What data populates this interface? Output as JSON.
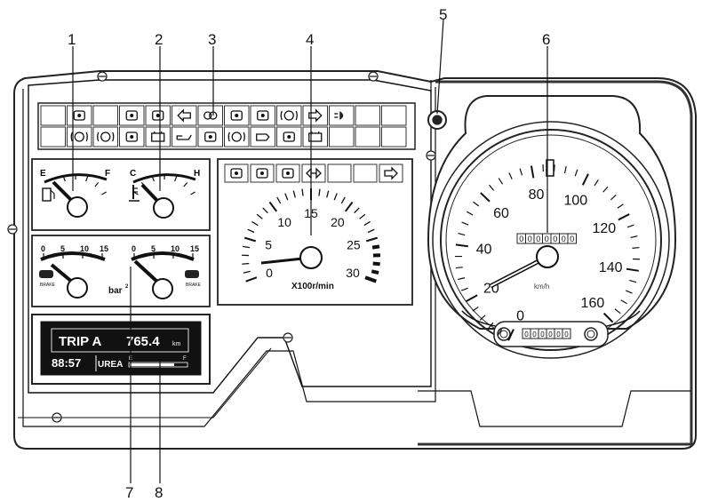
{
  "callouts": [
    "1",
    "2",
    "3",
    "4",
    "5",
    "6",
    "7",
    "8"
  ],
  "fuel_gauge": {
    "empty": "E",
    "full": "F"
  },
  "temp_gauge": {
    "cold": "C",
    "hot": "H"
  },
  "pressure_gauges": {
    "ticks": [
      "0",
      "5",
      "10",
      "15"
    ],
    "unit": "bar",
    "unit_sup": "2"
  },
  "tachometer": {
    "ticks": [
      "0",
      "5",
      "10",
      "15",
      "20",
      "25",
      "30"
    ],
    "unit": "X100r/min"
  },
  "speedometer": {
    "ticks": [
      "0",
      "20",
      "40",
      "60",
      "80",
      "100",
      "120",
      "140",
      "160"
    ],
    "unit": "km/h",
    "odometer": "0000000",
    "trip_counter": "000000"
  },
  "display": {
    "trip_label": "TRIP A",
    "trip_value": "765.4",
    "trip_unit": "km",
    "clock": "88:57",
    "urea_label": "UREA",
    "urea_empty": "E",
    "urea_full": "F"
  },
  "warning_lights": {
    "row1": [
      "",
      "seat-belt-icon",
      "",
      "driver-warning-icon",
      "fuel-filter-icon",
      "turn-left-icon",
      "high-beam-icon",
      "coolant-icon",
      "tire-pressure-icon",
      "brake-warning-icon",
      "turn-right-icon",
      "low-beam-icon",
      "",
      ""
    ],
    "row2": [
      "",
      "brake-light-icon",
      "engine-stop-icon",
      "coolant-level-icon",
      "battery-icon",
      "oil-pressure-icon",
      "axle-lock-icon",
      "brake-pad-icon",
      "engine-check-icon",
      "power-take-off-icon",
      "charge-icon",
      "",
      "",
      ""
    ]
  },
  "tacho_indicators": [
    "service-icon",
    "cruise-icon",
    "fuel-pump-icon",
    "hazard-icon",
    "",
    "",
    "turn-right-icon"
  ]
}
